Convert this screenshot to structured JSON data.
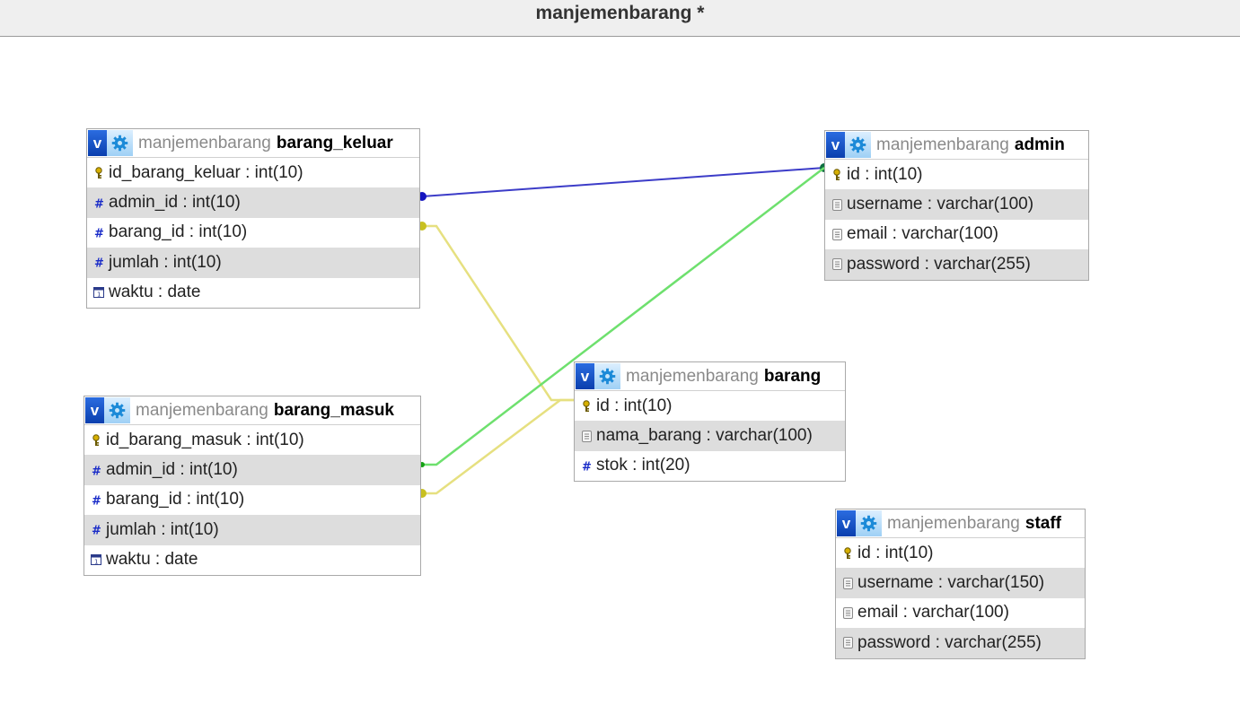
{
  "title": "manjemenbarang *",
  "db_name": "manjemenbarang",
  "colors": {
    "rel_blue": "#3c3cc8",
    "rel_green": "#6ee06e",
    "rel_yellow": "#e6e080"
  },
  "tables": {
    "barang_keluar": {
      "name": "barang_keluar",
      "columns": [
        {
          "text": "id_barang_keluar : int(10)",
          "icon": "key-icon"
        },
        {
          "text": "admin_id : int(10)",
          "icon": "hash-icon"
        },
        {
          "text": "barang_id : int(10)",
          "icon": "hash-icon"
        },
        {
          "text": "jumlah : int(10)",
          "icon": "hash-icon"
        },
        {
          "text": "waktu : date",
          "icon": "calendar-icon"
        }
      ]
    },
    "barang_masuk": {
      "name": "barang_masuk",
      "columns": [
        {
          "text": "id_barang_masuk : int(10)",
          "icon": "key-icon"
        },
        {
          "text": "admin_id : int(10)",
          "icon": "hash-icon"
        },
        {
          "text": "barang_id : int(10)",
          "icon": "hash-icon"
        },
        {
          "text": "jumlah : int(10)",
          "icon": "hash-icon"
        },
        {
          "text": "waktu : date",
          "icon": "calendar-icon"
        }
      ]
    },
    "admin": {
      "name": "admin",
      "columns": [
        {
          "text": "id : int(10)",
          "icon": "key-icon"
        },
        {
          "text": "username : varchar(100)",
          "icon": "text-icon"
        },
        {
          "text": "email : varchar(100)",
          "icon": "text-icon"
        },
        {
          "text": "password : varchar(255)",
          "icon": "text-icon"
        }
      ]
    },
    "barang": {
      "name": "barang",
      "columns": [
        {
          "text": "id : int(10)",
          "icon": "key-icon"
        },
        {
          "text": "nama_barang : varchar(100)",
          "icon": "text-icon"
        },
        {
          "text": "stok : int(20)",
          "icon": "hash-icon"
        }
      ]
    },
    "staff": {
      "name": "staff",
      "columns": [
        {
          "text": "id : int(10)",
          "icon": "key-icon"
        },
        {
          "text": "username : varchar(150)",
          "icon": "text-icon"
        },
        {
          "text": "email : varchar(100)",
          "icon": "text-icon"
        },
        {
          "text": "password : varchar(255)",
          "icon": "text-icon"
        }
      ]
    }
  }
}
